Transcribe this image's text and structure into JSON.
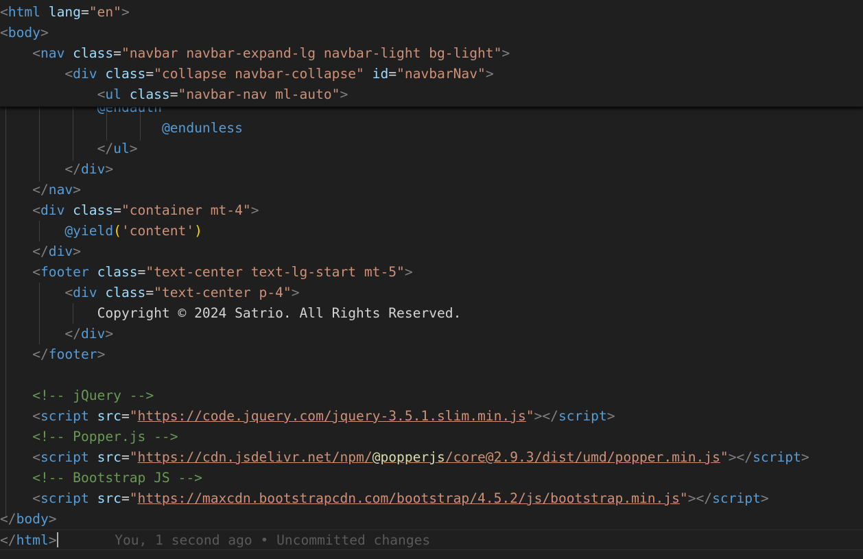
{
  "editor": {
    "sticky_lines": [
      {
        "indent": "",
        "tag": "html",
        "attr": "lang",
        "value": "\"en\""
      },
      {
        "indent": "",
        "tag": "body"
      },
      {
        "indent": "    ",
        "tag": "nav",
        "attr": "class",
        "value": "\"navbar navbar-expand-lg navbar-light bg-light\""
      },
      {
        "indent": "        ",
        "tag": "div",
        "attr": "class",
        "value": "\"collapse navbar-collapse\"",
        "attr2": "id",
        "value2": "\"navbarNav\""
      },
      {
        "indent": "            ",
        "tag": "ul",
        "attr": "class",
        "value": "\"navbar-nav ml-auto\""
      }
    ],
    "partial_line": "@endauth",
    "lines": {
      "endunless": "@endunless",
      "ul_close": "ul",
      "div_close_1": "div",
      "nav_close": "nav",
      "container_tag": "div",
      "container_attr": "class",
      "container_value": "\"container mt-4\"",
      "yield_directive": "@yield",
      "yield_arg": "'content'",
      "div_close_2": "div",
      "footer_tag": "footer",
      "footer_attr": "class",
      "footer_value": "\"text-center text-lg-start mt-5\"",
      "inner_div_tag": "div",
      "inner_div_attr": "class",
      "inner_div_value": "\"text-center p-4\"",
      "copyright": "Copyright © 2024 Satrio. All Rights Reserved.",
      "div_close_3": "div",
      "footer_close": "footer",
      "comment_jquery": "<!-- jQuery -->",
      "script_tag": "script",
      "script_attr": "src",
      "jquery_url": "https://code.jquery.com/jquery-3.5.1.slim.min.js",
      "comment_popper": "<!-- Popper.js -->",
      "popper_url_pre": "https://cdn.jsdelivr.net/npm/",
      "popper_url_at": "@popperjs",
      "popper_url_post": "/core@2.9.3/dist/umd/popper.min.js",
      "comment_bootstrap": "<!-- Bootstrap JS -->",
      "bootstrap_url": "https://maxcdn.bootstrapcdn.com/bootstrap/4.5.2/js/bootstrap.min.js",
      "body_close": "body",
      "html_close": "html"
    },
    "blame": "You, 1 second ago • Uncommitted changes"
  },
  "colors": {
    "background": "#1f1f1f",
    "tag": "#569cd6",
    "attribute": "#9cdcfe",
    "string": "#ce9178",
    "comment": "#6a9955",
    "bracket_punct": "#808080",
    "paren": "#ffd700"
  }
}
